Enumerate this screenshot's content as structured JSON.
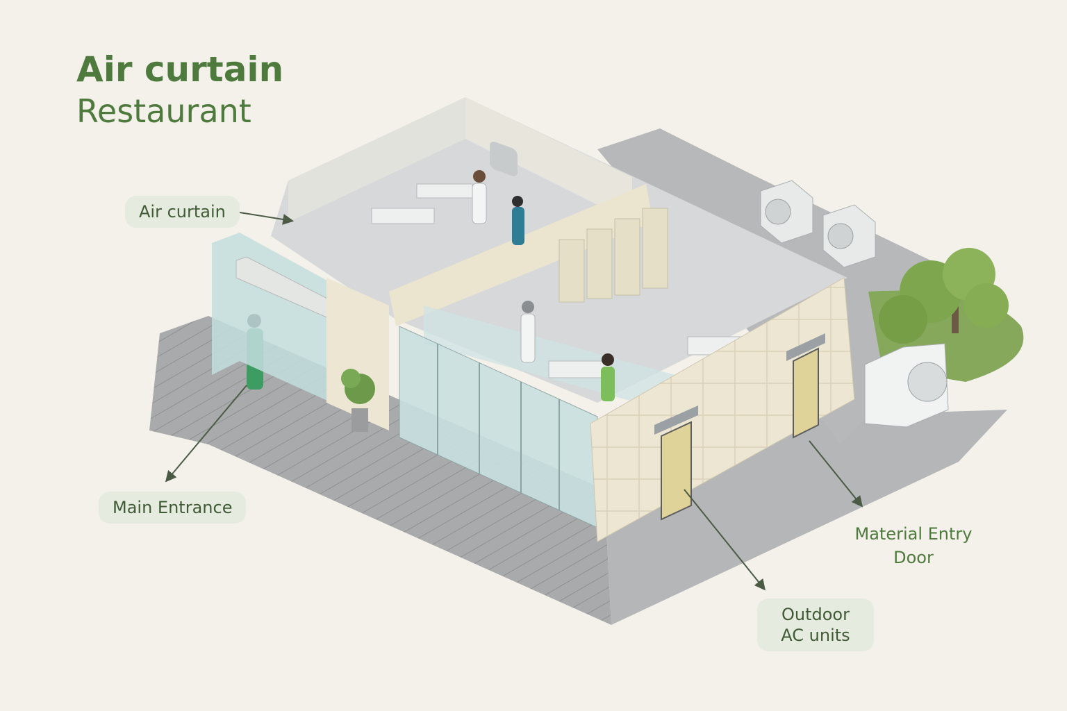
{
  "title": {
    "main": "Air curtain",
    "sub": "Restaurant"
  },
  "callouts": {
    "air_curtain": "Air curtain",
    "main_entrance": "Main Entrance",
    "material_entry_door_line1": "Material Entry",
    "material_entry_door_line2": "Door",
    "outdoor_ac_units_line1": "Outdoor",
    "outdoor_ac_units_line2": "AC units"
  },
  "colors": {
    "background": "#f3f1ea",
    "accent_green": "#4f7a3e",
    "callout_bg": "#e6ebdf",
    "wall_beige": "#ece6d2",
    "floor_gray": "#b9bcbe",
    "glass": "#cfe3e3"
  },
  "icons": [
    "arrow-icon",
    "tree-icon",
    "plant-icon",
    "ac-unit-icon",
    "door-icon",
    "person-icon"
  ]
}
